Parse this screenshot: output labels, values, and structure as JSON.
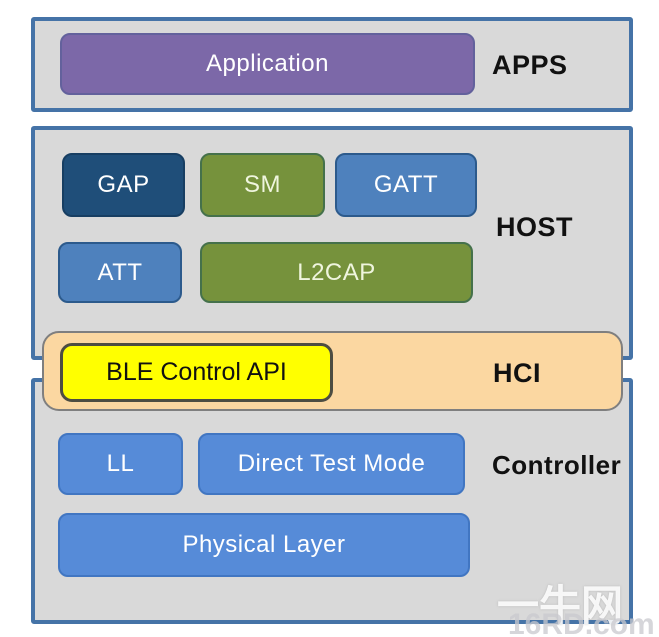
{
  "diagram_type": "BLE protocol stack block diagram",
  "layers": {
    "apps": {
      "label": "APPS",
      "application": "Application"
    },
    "host": {
      "label": "HOST",
      "gap": "GAP",
      "sm": "SM",
      "gatt": "GATT",
      "att": "ATT",
      "l2cap": "L2CAP"
    },
    "hci": {
      "label": "HCI",
      "ble_control_api": "BLE Control API"
    },
    "controller": {
      "label": "Controller",
      "ll": "LL",
      "direct_test_mode": "Direct Test Mode",
      "physical_layer": "Physical Layer"
    }
  },
  "watermark": {
    "site_name": "一牛网",
    "site_domain": "16RD.com"
  },
  "colors": {
    "container_border": "#4573A7",
    "container_fill": "#D9D9D9",
    "application_purple": "#7C68A8",
    "gap_navy": "#1F4E79",
    "olive_green": "#76923C",
    "host_blue": "#4E81BD",
    "controller_blue": "#568BD8",
    "hci_peach": "#FBD7A1",
    "ble_api_yellow": "#FFFF00",
    "label_black": "#111111"
  }
}
